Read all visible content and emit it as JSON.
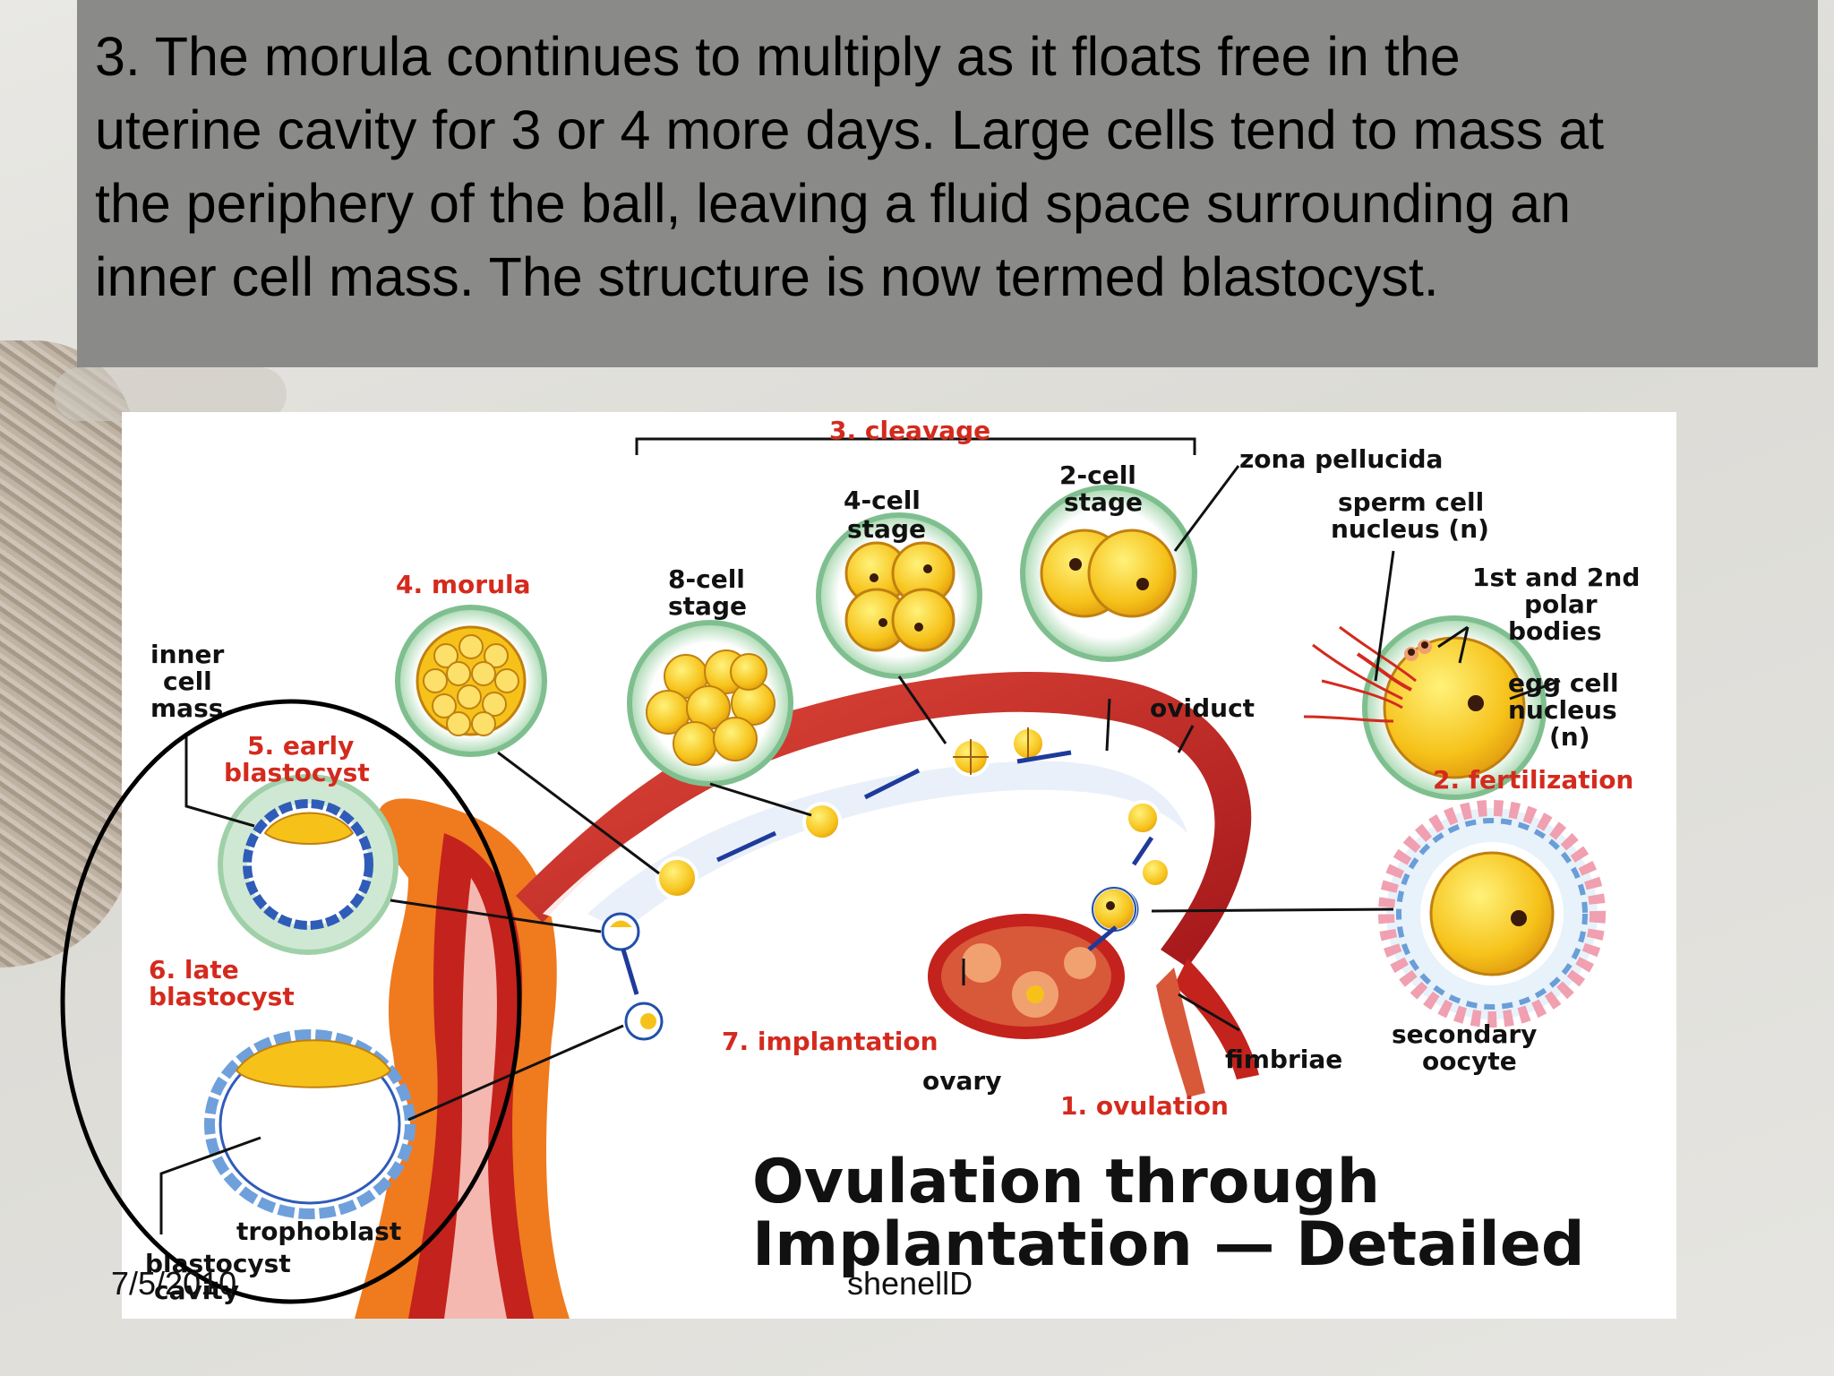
{
  "slide": {
    "text": "3. The morula continues to multiply as it floats free in the uterine cavity for 3 or 4 more days. Large cells tend to mass at the periphery of the ball, leaving a fluid space surrounding an inner cell mass. The structure is now termed blastocyst.",
    "lines": [
      "3. The morula continues to multiply as it floats free in the",
      "uterine cavity for 3 or 4 more days. Large cells tend to mass at",
      "the periphery of the ball, leaving a fluid space surrounding an",
      "inner cell mass. The structure is now termed blastocyst."
    ]
  },
  "diagram": {
    "labels": {
      "cleavage": "3. cleavage",
      "two_cell_a": "2-cell",
      "two_cell_b": "stage",
      "four_cell_a": "4-cell",
      "four_cell_b": "stage",
      "eight_cell_a": "8-cell",
      "eight_cell_b": "stage",
      "morula": "4. morula",
      "zona": "zona pellucida",
      "sperm_a": "sperm cell",
      "sperm_b": "nucleus (n)",
      "polar_a": "1st and 2nd",
      "polar_b": "polar",
      "polar_c": "bodies",
      "egg_a": "egg cell",
      "egg_b": "nucleus",
      "egg_c": "(n)",
      "fertilization": "2. fertilization",
      "oviduct": "oviduct",
      "inner_a": "inner",
      "inner_b": "cell",
      "inner_c": "mass",
      "early_a": "5. early",
      "early_b": "blastocyst",
      "late_a": "6. late",
      "late_b": "blastocyst",
      "implantation": "7. implantation",
      "ovary": "ovary",
      "fimbriae": "fimbriae",
      "ovulation": "1. ovulation",
      "secondary_a": "secondary",
      "secondary_b": "oocyte",
      "trophoblast": "trophoblast",
      "cavity_a": "blastocyst",
      "cavity_b": "cavity",
      "title_a": "Ovulation through",
      "title_b": "Implantation — Detailed"
    }
  },
  "footer": {
    "date": "7/5/2010",
    "author": "shenellD"
  },
  "colors": {
    "banner": "#8a8b88",
    "label_red": "#d42a1e",
    "uterus_orange": "#f07a1e",
    "tissue_red": "#c4221c",
    "cell_yellow": "#f6c21a",
    "zona_green": "#a8d8b0"
  }
}
